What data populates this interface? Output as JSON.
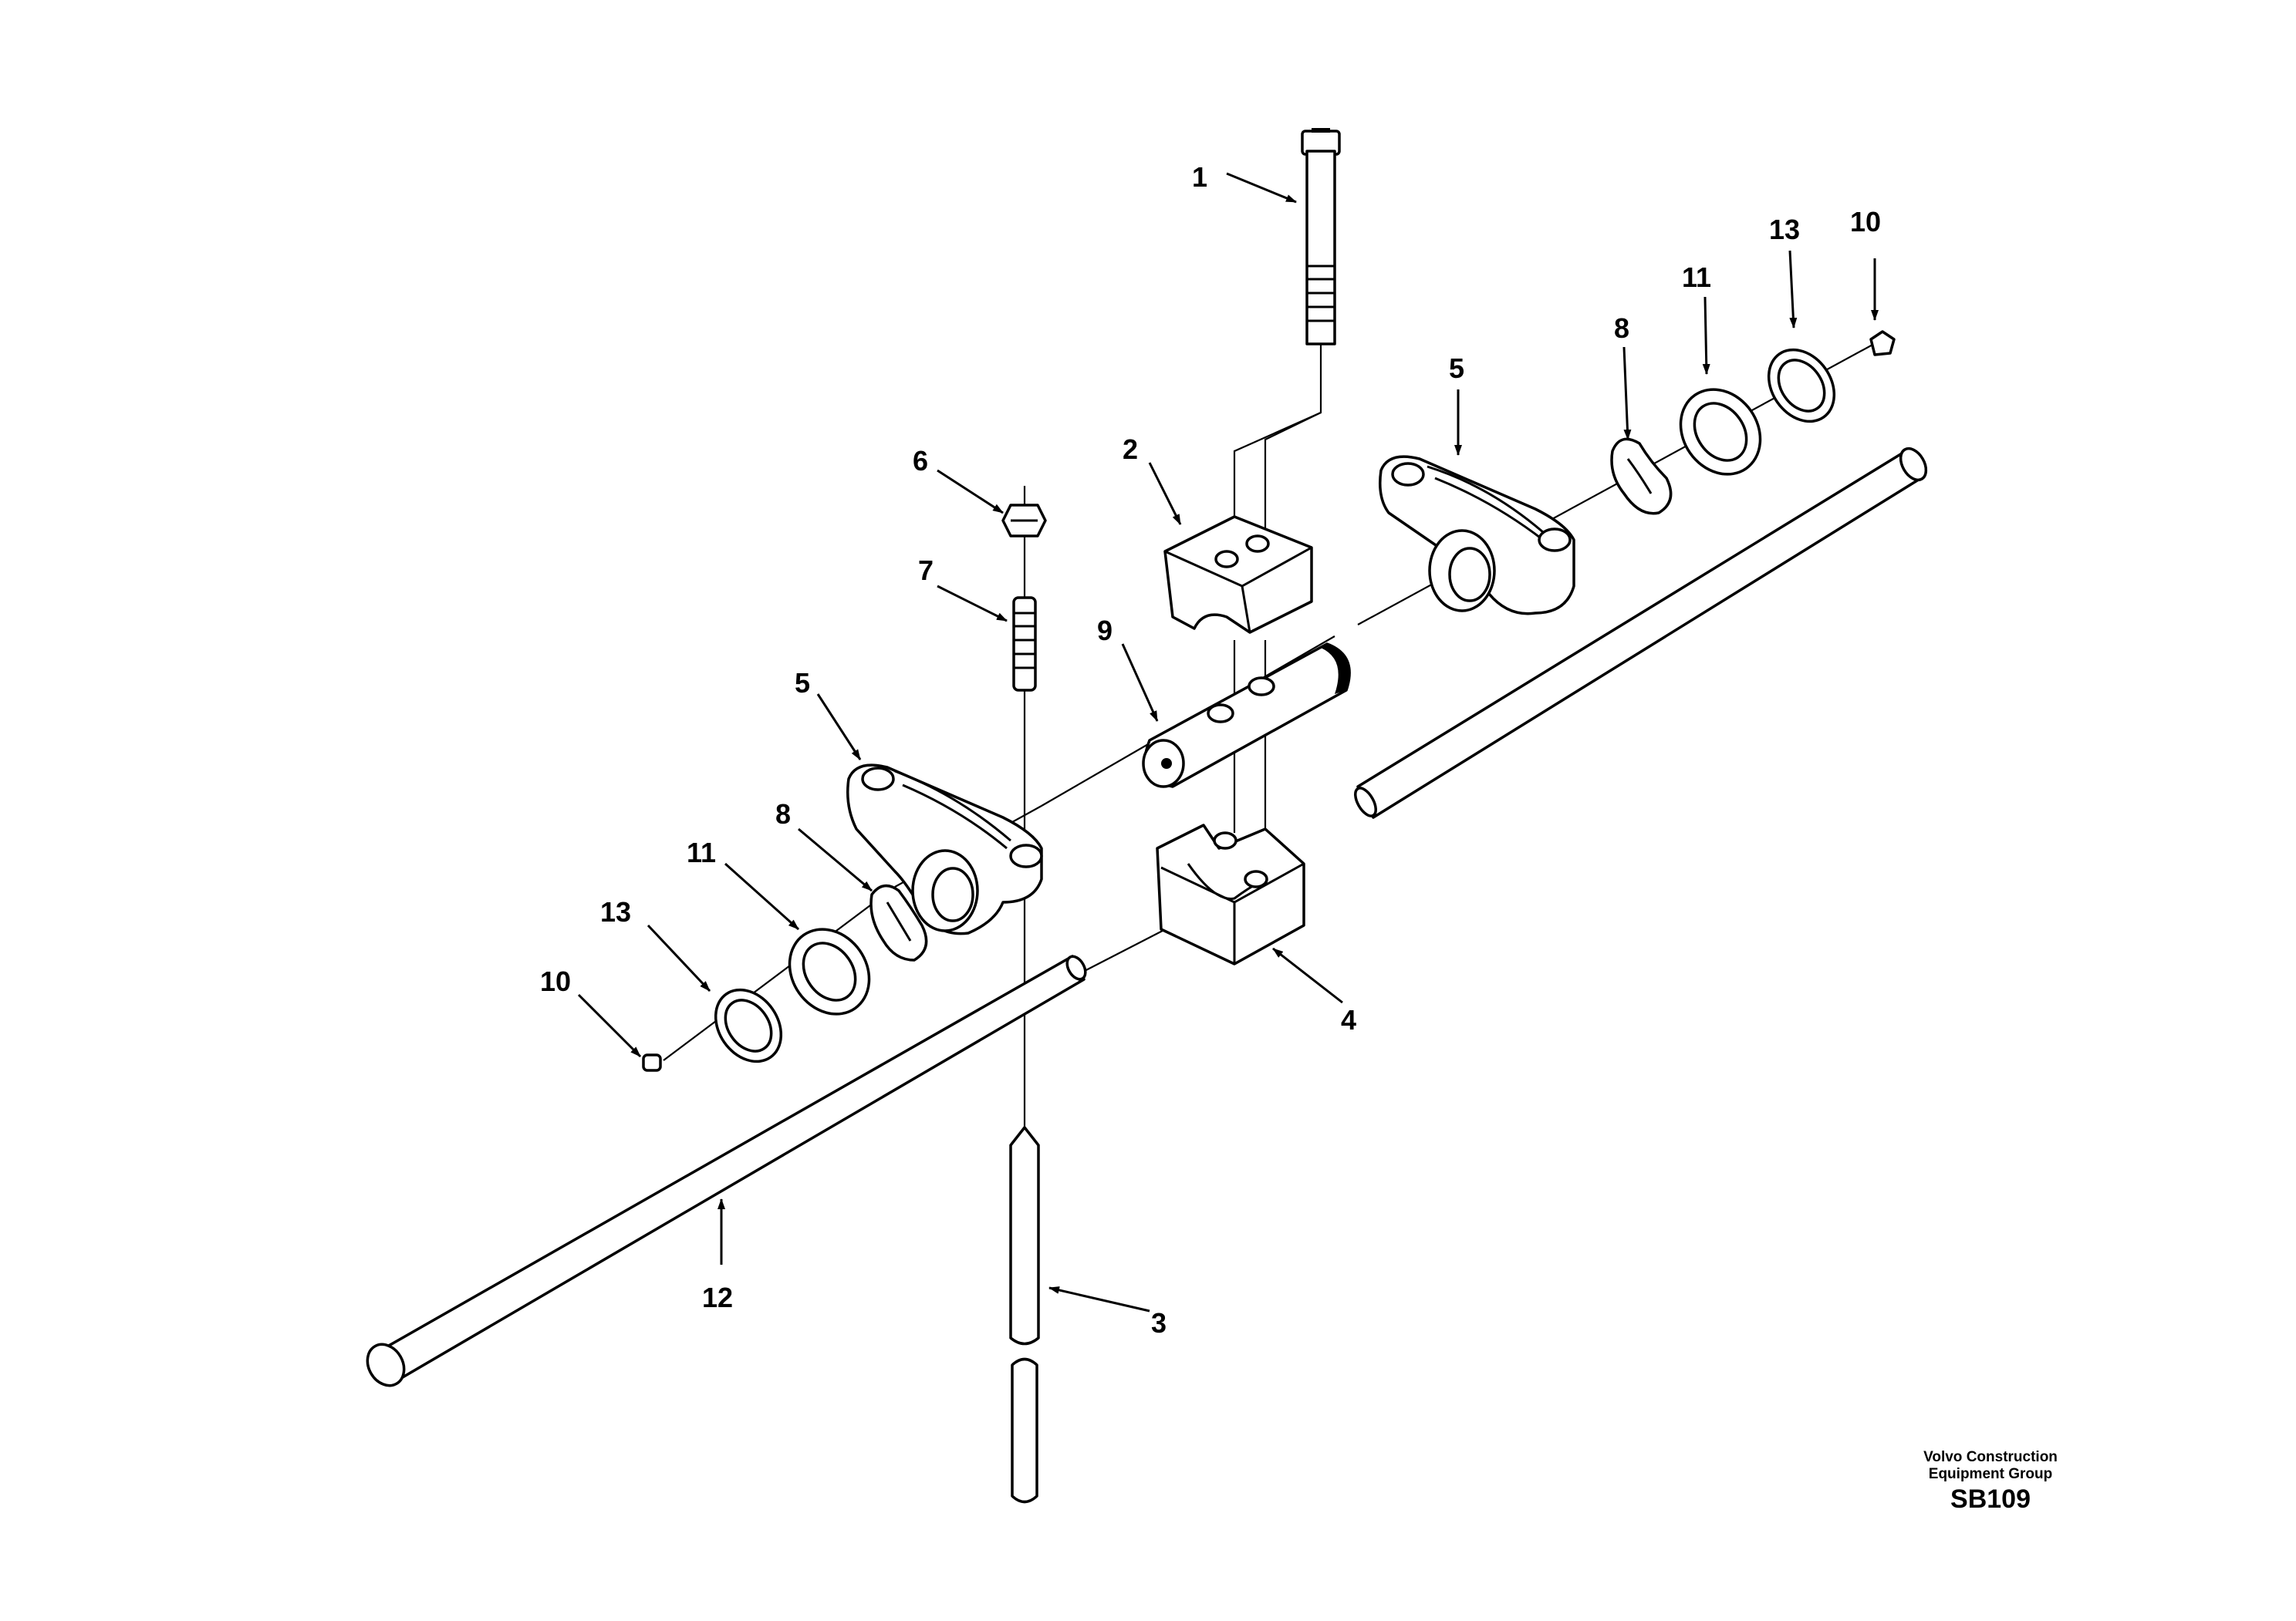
{
  "callouts": [
    {
      "id": "c1",
      "label": "1"
    },
    {
      "id": "c2",
      "label": "2"
    },
    {
      "id": "c3",
      "label": "3"
    },
    {
      "id": "c4",
      "label": "4"
    },
    {
      "id": "c5a",
      "label": "5"
    },
    {
      "id": "c5b",
      "label": "5"
    },
    {
      "id": "c6",
      "label": "6"
    },
    {
      "id": "c7",
      "label": "7"
    },
    {
      "id": "c8a",
      "label": "8"
    },
    {
      "id": "c8b",
      "label": "8"
    },
    {
      "id": "c9",
      "label": "9"
    },
    {
      "id": "c10a",
      "label": "10"
    },
    {
      "id": "c10b",
      "label": "10"
    },
    {
      "id": "c11a",
      "label": "11"
    },
    {
      "id": "c11b",
      "label": "11"
    },
    {
      "id": "c12",
      "label": "12"
    },
    {
      "id": "c13a",
      "label": "13"
    },
    {
      "id": "c13b",
      "label": "13"
    }
  ],
  "footer": {
    "company_line1": "Volvo Construction",
    "company_line2": "Equipment Group",
    "code": "SB109"
  }
}
